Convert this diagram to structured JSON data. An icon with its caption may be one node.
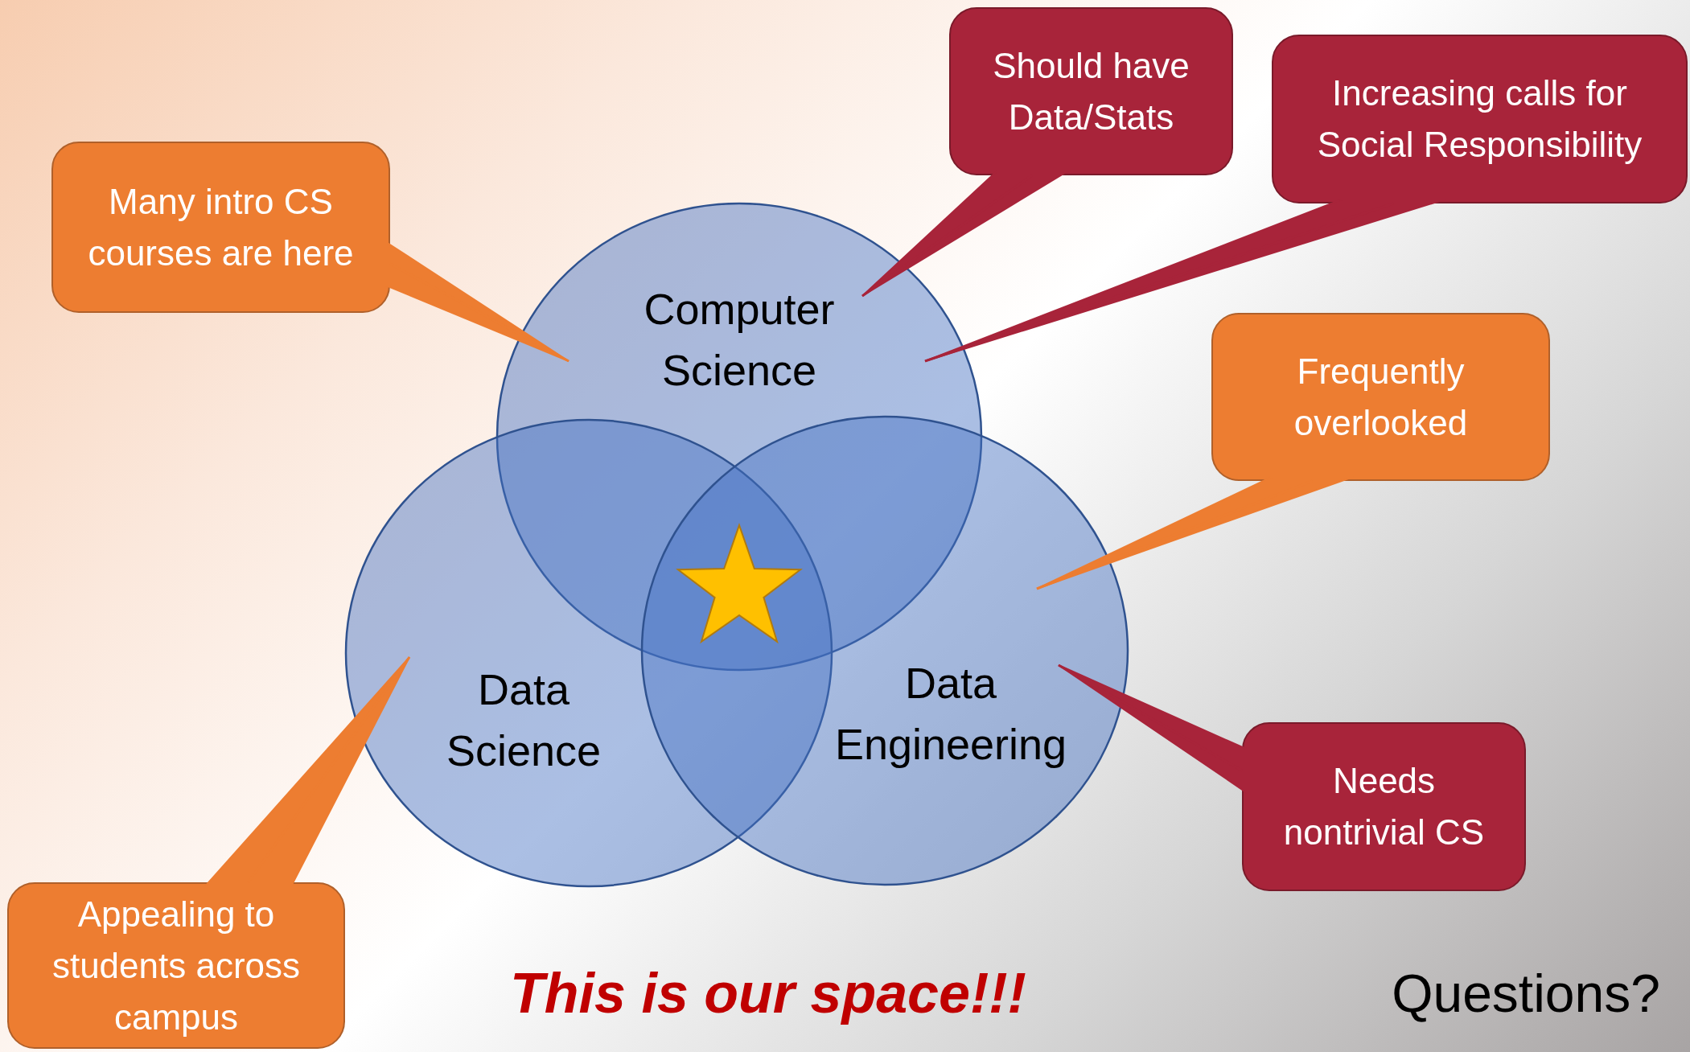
{
  "diagram": {
    "nodes": [
      {
        "text": [
          "Computer Science"
        ]
      },
      {
        "text": [
          "Data Science"
        ]
      },
      {
        "text": [
          "Data Engineering"
        ]
      },
      {
        "text": [
          "Many intro CS courses are here"
        ]
      },
      {
        "text": [
          "Should have Data/Stats"
        ]
      },
      {
        "text": [
          "Increasing calls for Social Responsibility"
        ]
      },
      {
        "text": [
          "Frequently overlooked"
        ]
      },
      {
        "text": [
          "Needs nontrivial CS"
        ]
      },
      {
        "text": [
          "Appealing to students across campus"
        ]
      }
    ],
    "edges": [
      {
        "from": 3,
        "to": 0,
        "arrow": "none",
        "color": "#ed7d31"
      },
      {
        "from": 4,
        "to": 0,
        "arrow": "none",
        "color": "#a8243a"
      },
      {
        "from": 5,
        "to": 0,
        "arrow": "none",
        "color": "#a8243a"
      },
      {
        "from": 6,
        "to": 2,
        "arrow": "none",
        "color": "#ed7d31"
      },
      {
        "from": 7,
        "to": 2,
        "arrow": "none",
        "color": "#a8243a"
      },
      {
        "from": 8,
        "to": 1,
        "arrow": "none",
        "color": "#ed7d31"
      }
    ],
    "labels": [
      "This is our space!!!",
      "Questions?"
    ]
  }
}
